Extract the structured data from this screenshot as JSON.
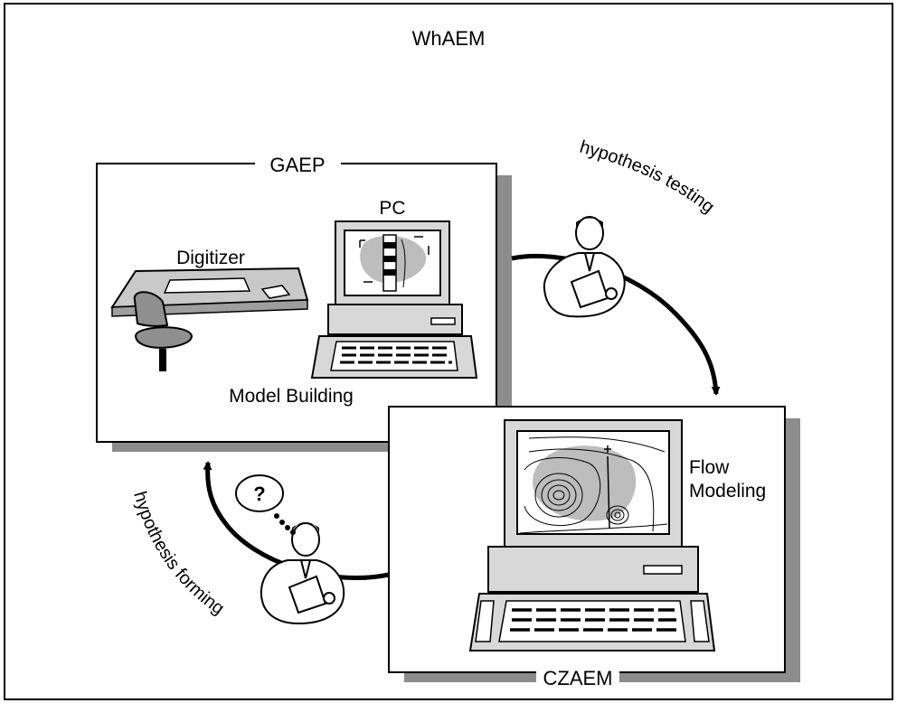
{
  "outer": {
    "title": "WhAEM"
  },
  "gaep": {
    "title": "GAEP",
    "pc_label": "PC",
    "digitizer_label": "Digitizer",
    "caption": "Model Building"
  },
  "czaem": {
    "title": "CZAEM",
    "caption_line1": "Flow",
    "caption_line2": "Modeling"
  },
  "arrows": {
    "top": "hypothesis testing",
    "bottom": "hypothesis forming"
  },
  "thought_bubble": "?",
  "colors": {
    "shadow": "#8c8c8c",
    "chair": "#8f8f8f",
    "map_shade": "#bdbdbd"
  }
}
